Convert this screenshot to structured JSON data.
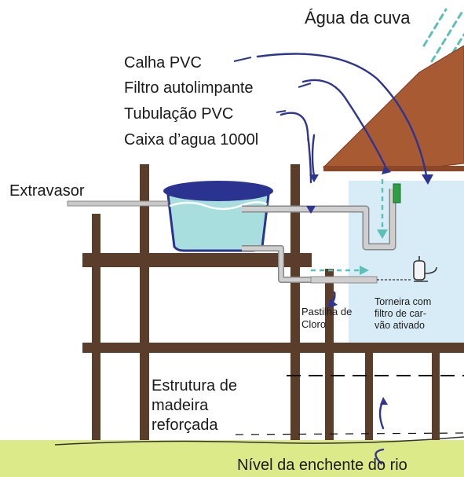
{
  "labels": {
    "rain": "Água da cuva",
    "gutter": "Calha PVC",
    "filter": "Filtro autolimpante",
    "pipe": "Tubulação PVC",
    "tank": "Caixa d’agua 1000l",
    "overflow": "Extravasor",
    "chlorine_line1": "Pastilha de",
    "chlorine_line2": "Cloro",
    "faucet_line1": "Torneira com",
    "faucet_line2": "filtro de car-",
    "faucet_line3": "vão ativado",
    "structure_line1": "Estrutura de",
    "structure_line2": "madeira",
    "structure_line3": "reforçada",
    "flood": "Nível da enchente do rio"
  },
  "colors": {
    "wood": "#5a3e2b",
    "roof": "#a85a32",
    "rain": "#5cc0b8",
    "water": "#a8dede",
    "tank_lid": "#2a3390",
    "room": "#d8ecf8",
    "ground": "#dcea8a",
    "arrow": "#2d3590",
    "pipe": "#c8c8c8",
    "filter": "#2e9e44"
  }
}
